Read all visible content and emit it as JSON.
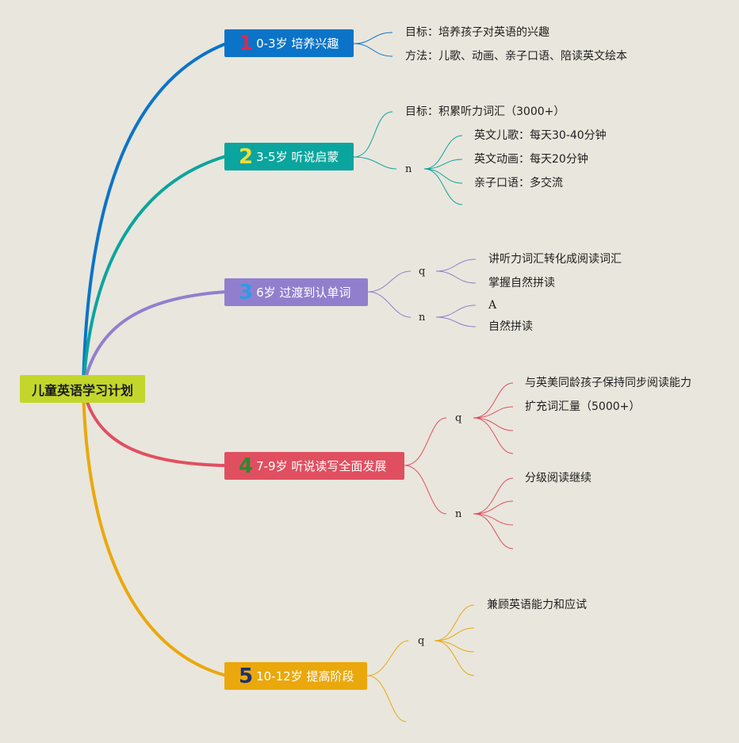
{
  "root": {
    "label": "儿童英语学习计划",
    "color": "#c3d62c"
  },
  "stages": [
    {
      "num": "1",
      "label": "0-3岁 培养兴趣",
      "color": "#0b74c8",
      "numColor": "#e0284a",
      "leaves": [
        "目标：培养孩子对英语的兴趣",
        "方法：儿歌、动画、亲子口语、陪读英文绘本"
      ],
      "sub": null
    },
    {
      "num": "2",
      "label": "3-5岁 听说启蒙",
      "color": "#0aa59e",
      "numColor": "#f3dc3c",
      "leaves": [
        "目标：积累听力词汇（3000+）"
      ],
      "sub": {
        "label": "n",
        "leaves": [
          "英文儿歌：每天30-40分钟",
          "英文动画：每天20分钟",
          "亲子口语：多交流",
          ""
        ]
      }
    },
    {
      "num": "3",
      "label": "6岁 过渡到认单词",
      "color": "#917fce",
      "numColor": "#2e9be3",
      "leaves": [],
      "subs": [
        {
          "label": "q",
          "leaves": [
            "讲听力词汇转化成阅读词汇",
            "掌握自然拼读"
          ]
        },
        {
          "label": "n",
          "leaves": [
            "A",
            "自然拼读"
          ]
        }
      ]
    },
    {
      "num": "4",
      "label": "7-9岁 听说读写全面发展",
      "color": "#e04f60",
      "numColor": "#2b8a2f",
      "leaves": [],
      "subs": [
        {
          "label": "q",
          "leaves": [
            "与英美同龄孩子保持同步阅读能力",
            "扩充词汇量（5000+）",
            "",
            ""
          ]
        },
        {
          "label": "n",
          "leaves": [
            "分级阅读继续",
            "",
            "",
            ""
          ]
        }
      ]
    },
    {
      "num": "5",
      "label": "10-12岁 提高阶段",
      "color": "#eaa80c",
      "numColor": "#1d2f6f",
      "leaves": [],
      "subs": [
        {
          "label": "q",
          "leaves": [
            "兼顾英语能力和应试",
            "",
            "",
            ""
          ]
        }
      ],
      "extra": ""
    }
  ]
}
